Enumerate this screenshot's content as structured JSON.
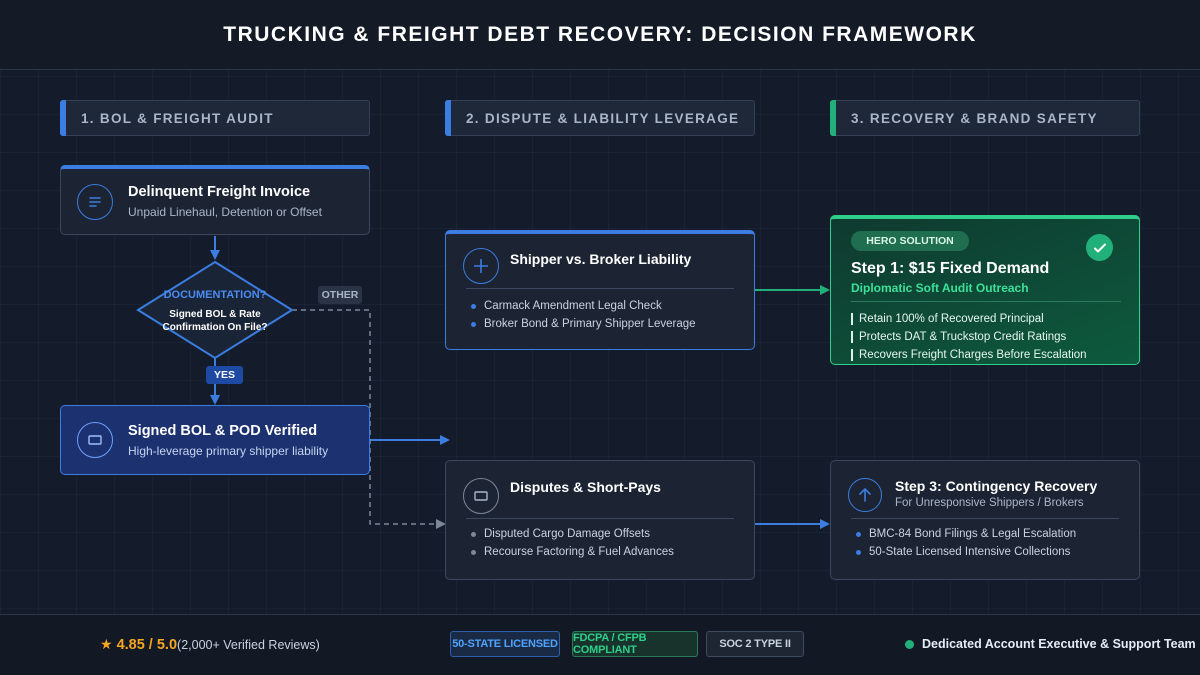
{
  "title": "TRUCKING & FREIGHT DEBT RECOVERY: DECISION FRAMEWORK",
  "columns": [
    {
      "label": "1. BOL & FREIGHT AUDIT",
      "color": "#3b7de0"
    },
    {
      "label": "2. DISPUTE & LIABILITY LEVERAGE",
      "color": "#3b7de0"
    },
    {
      "label": "3. RECOVERY & BRAND SAFETY",
      "color": "#22b07a"
    }
  ],
  "start": {
    "title": "Delinquent Freight Invoice",
    "subtitle": "Unpaid Linehaul, Detention or Offset",
    "icon": "document-icon"
  },
  "decision": {
    "label": "DOCUMENTATION?",
    "question_line1": "Signed BOL & Rate",
    "question_line2": "Confirmation On File?",
    "yes": "YES",
    "other": "OTHER"
  },
  "verified": {
    "title": "Signed BOL & POD Verified",
    "subtitle": "High-leverage primary shipper liability",
    "icon": "square-icon"
  },
  "liability": {
    "title": "Shipper vs. Broker Liability",
    "icon": "plus-icon",
    "bullets": [
      "Carmack Amendment Legal Check",
      "Broker Bond & Primary Shipper Leverage"
    ]
  },
  "disputes": {
    "title": "Disputes & Short-Pays",
    "icon": "square-icon",
    "bullets": [
      "Disputed Cargo Damage Offsets",
      "Recourse Factoring & Fuel Advances"
    ]
  },
  "hero": {
    "badge": "HERO SOLUTION",
    "title": "Step 1: $15 Fixed Demand",
    "subtitle": "Diplomatic Soft Audit Outreach",
    "icon": "check-icon",
    "bullets": [
      "Retain 100% of Recovered Principal",
      "Protects DAT & Truckstop Credit Ratings",
      "Recovers Freight Charges Before Escalation"
    ]
  },
  "contingency": {
    "title": "Step 3: Contingency Recovery",
    "subtitle": "For Unresponsive Shippers / Brokers",
    "icon": "arrow-up-icon",
    "bullets": [
      "BMC-84 Bond Filings & Legal Escalation",
      "50-State Licensed Intensive Collections"
    ]
  },
  "footer": {
    "rating_star": "★",
    "rating": "4.85 / 5.0",
    "reviews": "(2,000+ Verified Reviews)",
    "badges": [
      {
        "label": "50-STATE LICENSED",
        "color": "#4fa3ff"
      },
      {
        "label": "FDCPA / CFPB COMPLIANT",
        "color": "#2fcf8a"
      },
      {
        "label": "SOC 2 TYPE II",
        "color": "#c9d3e0"
      }
    ],
    "support": "Dedicated Account Executive & Support Team"
  },
  "colors": {
    "accent_blue": "#3b7de0",
    "accent_green": "#22b07a",
    "rating_gold": "#f5a623"
  }
}
